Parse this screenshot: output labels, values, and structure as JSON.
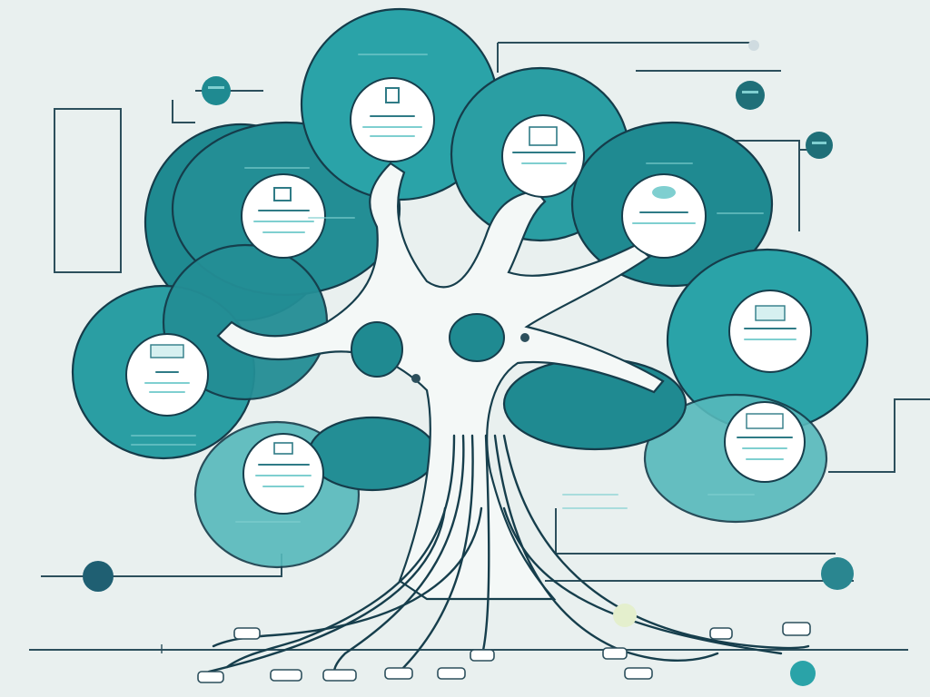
{
  "palette": {
    "background": "#e9f0ef",
    "teal_dark": "#1f8a91",
    "teal": "#2aa3a8",
    "teal_light": "#56b9bb",
    "navy": "#163e4c",
    "white": "#ffffff"
  },
  "nodes": [
    {
      "id": "top-center",
      "icon": "document-icon"
    },
    {
      "id": "top-right",
      "icon": "city-icon"
    },
    {
      "id": "upper-left",
      "icon": "folder-icon"
    },
    {
      "id": "upper-right",
      "icon": "cloud-icon"
    },
    {
      "id": "middle-left",
      "icon": "chart-icon"
    },
    {
      "id": "middle-right",
      "icon": "building-icon"
    },
    {
      "id": "lower-right",
      "icon": "skyline-icon"
    },
    {
      "id": "lower-left",
      "icon": "server-icon"
    }
  ],
  "tags": [
    {
      "id": "tag-top-left"
    },
    {
      "id": "tag-top-right-1"
    },
    {
      "id": "tag-top-right-2"
    },
    {
      "id": "tag-bottom-left"
    },
    {
      "id": "tag-bottom-right"
    }
  ]
}
